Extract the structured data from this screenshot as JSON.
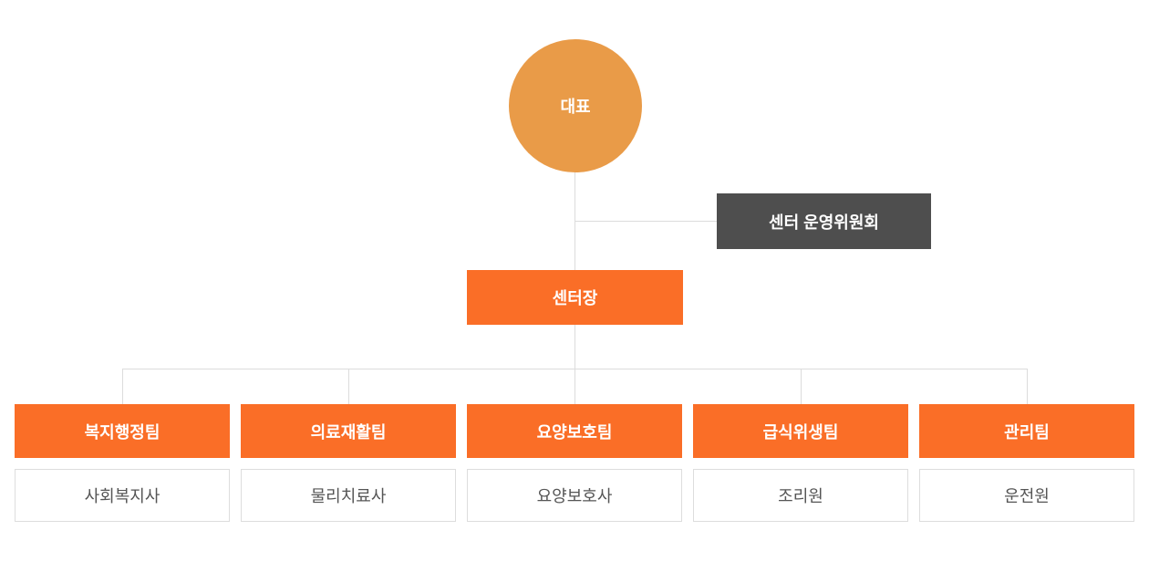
{
  "org_chart": {
    "root": {
      "label": "대표"
    },
    "committee": {
      "label": "센터 운영위원회"
    },
    "director": {
      "label": "센터장"
    },
    "columns": [
      {
        "team": "복지행정팀",
        "role": "사회복지사"
      },
      {
        "team": "의료재활팀",
        "role": "물리치료사"
      },
      {
        "team": "요양보호팀",
        "role": "요양보호사"
      },
      {
        "team": "급식위생팀",
        "role": "조리원"
      },
      {
        "team": "관리팀",
        "role": "운전원"
      }
    ],
    "colors": {
      "root_circle": "#E99B48",
      "primary_orange": "#FA6E27",
      "committee_gray": "#4E4E4E",
      "connector_gray": "#DCDCDC",
      "role_border": "#DDDDDD",
      "role_text": "#555555",
      "node_text": "#FFFFFF",
      "background": "#FFFFFF"
    }
  }
}
